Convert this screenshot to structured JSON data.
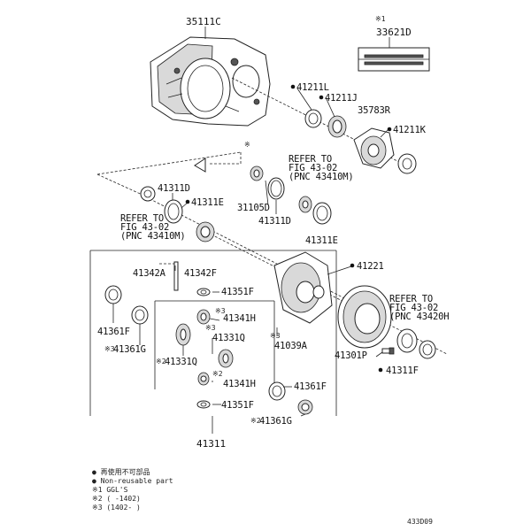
{
  "parts": {
    "p35111C": "35111C",
    "p33621D": "33621D",
    "p41211L": "41211L",
    "p41211J": "41211J",
    "p35783R": "35783R",
    "p41211K": "41211K",
    "p41311D_a": "41311D",
    "p41311E_a": "41311E",
    "p31105D": "31105D",
    "p41311D_b": "41311D",
    "p41311E_b": "41311E",
    "p41221": "41221",
    "p41342A": "41342A",
    "p41342F": "41342F",
    "p41351F_a": "41351F",
    "p41341H_a": "41341H",
    "p41361F_a": "41361F",
    "p41331Q_a": "41331Q",
    "p41039A": "41039A",
    "p41361G_a": "41361G",
    "p41331Q_b": "41331Q",
    "p41341H_b": "41341H",
    "p41361F_b": "41361F",
    "p41351F_b": "41351F",
    "p41361G_b": "41361G",
    "p41301P": "41301P",
    "p41311F": "41311F",
    "p41311": "41311"
  },
  "marks": {
    "m_star1": "※1",
    "m_star2": "※2",
    "m_star3": "※3",
    "m_star": "※"
  },
  "refs": {
    "ref1_l1": "REFER TO",
    "ref1_l2": "FIG 43-02",
    "ref1_l3": "(PNC 43410M)",
    "ref2_l1": "REFER TO",
    "ref2_l2": "FIG 43-02",
    "ref2_l3": "(PNC 43410M)",
    "ref3_l1": "REFER TO",
    "ref3_l2": "FIG 43-02",
    "ref3_l3": "(PNC 43420H"
  },
  "legend": {
    "line1": "● 再使用不可部品",
    "line2": "● Non-reusable part",
    "line3": "※1 GGL'S",
    "line4": "※2 (     -1402)",
    "line5": "※3 (1402-     )"
  },
  "figure_id": "433D09"
}
